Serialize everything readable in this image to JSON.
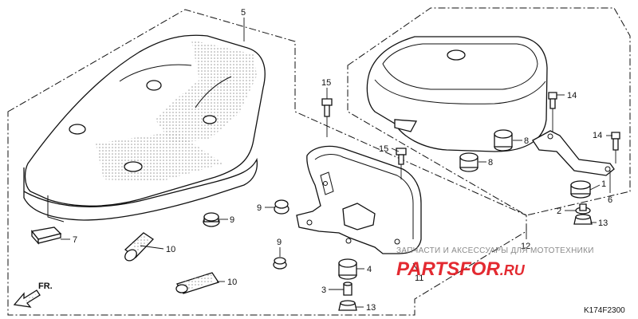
{
  "callouts": {
    "p1": "1",
    "p2": "2",
    "p3": "3",
    "p4": "4",
    "p5": "5",
    "p6": "6",
    "p7": "7",
    "p8a": "8",
    "p8b": "8",
    "p9a": "9",
    "p9b": "9",
    "p9c": "9",
    "p10a": "10",
    "p10b": "10",
    "p11": "11",
    "p12": "12",
    "p13a": "13",
    "p13b": "13",
    "p14a": "14",
    "p14b": "14",
    "p15a": "15",
    "p15b": "15"
  },
  "direction_label": "FR.",
  "diagram_code": "K174F2300",
  "watermark": {
    "tagline": "ЗАПЧАСТИ И АКСЕССУАРЫ ДЛЯ МОТОТЕХНИКИ",
    "brand_main": "PARTSFOR",
    "brand_suffix": ".RU",
    "brand_color": "#e0141b"
  }
}
